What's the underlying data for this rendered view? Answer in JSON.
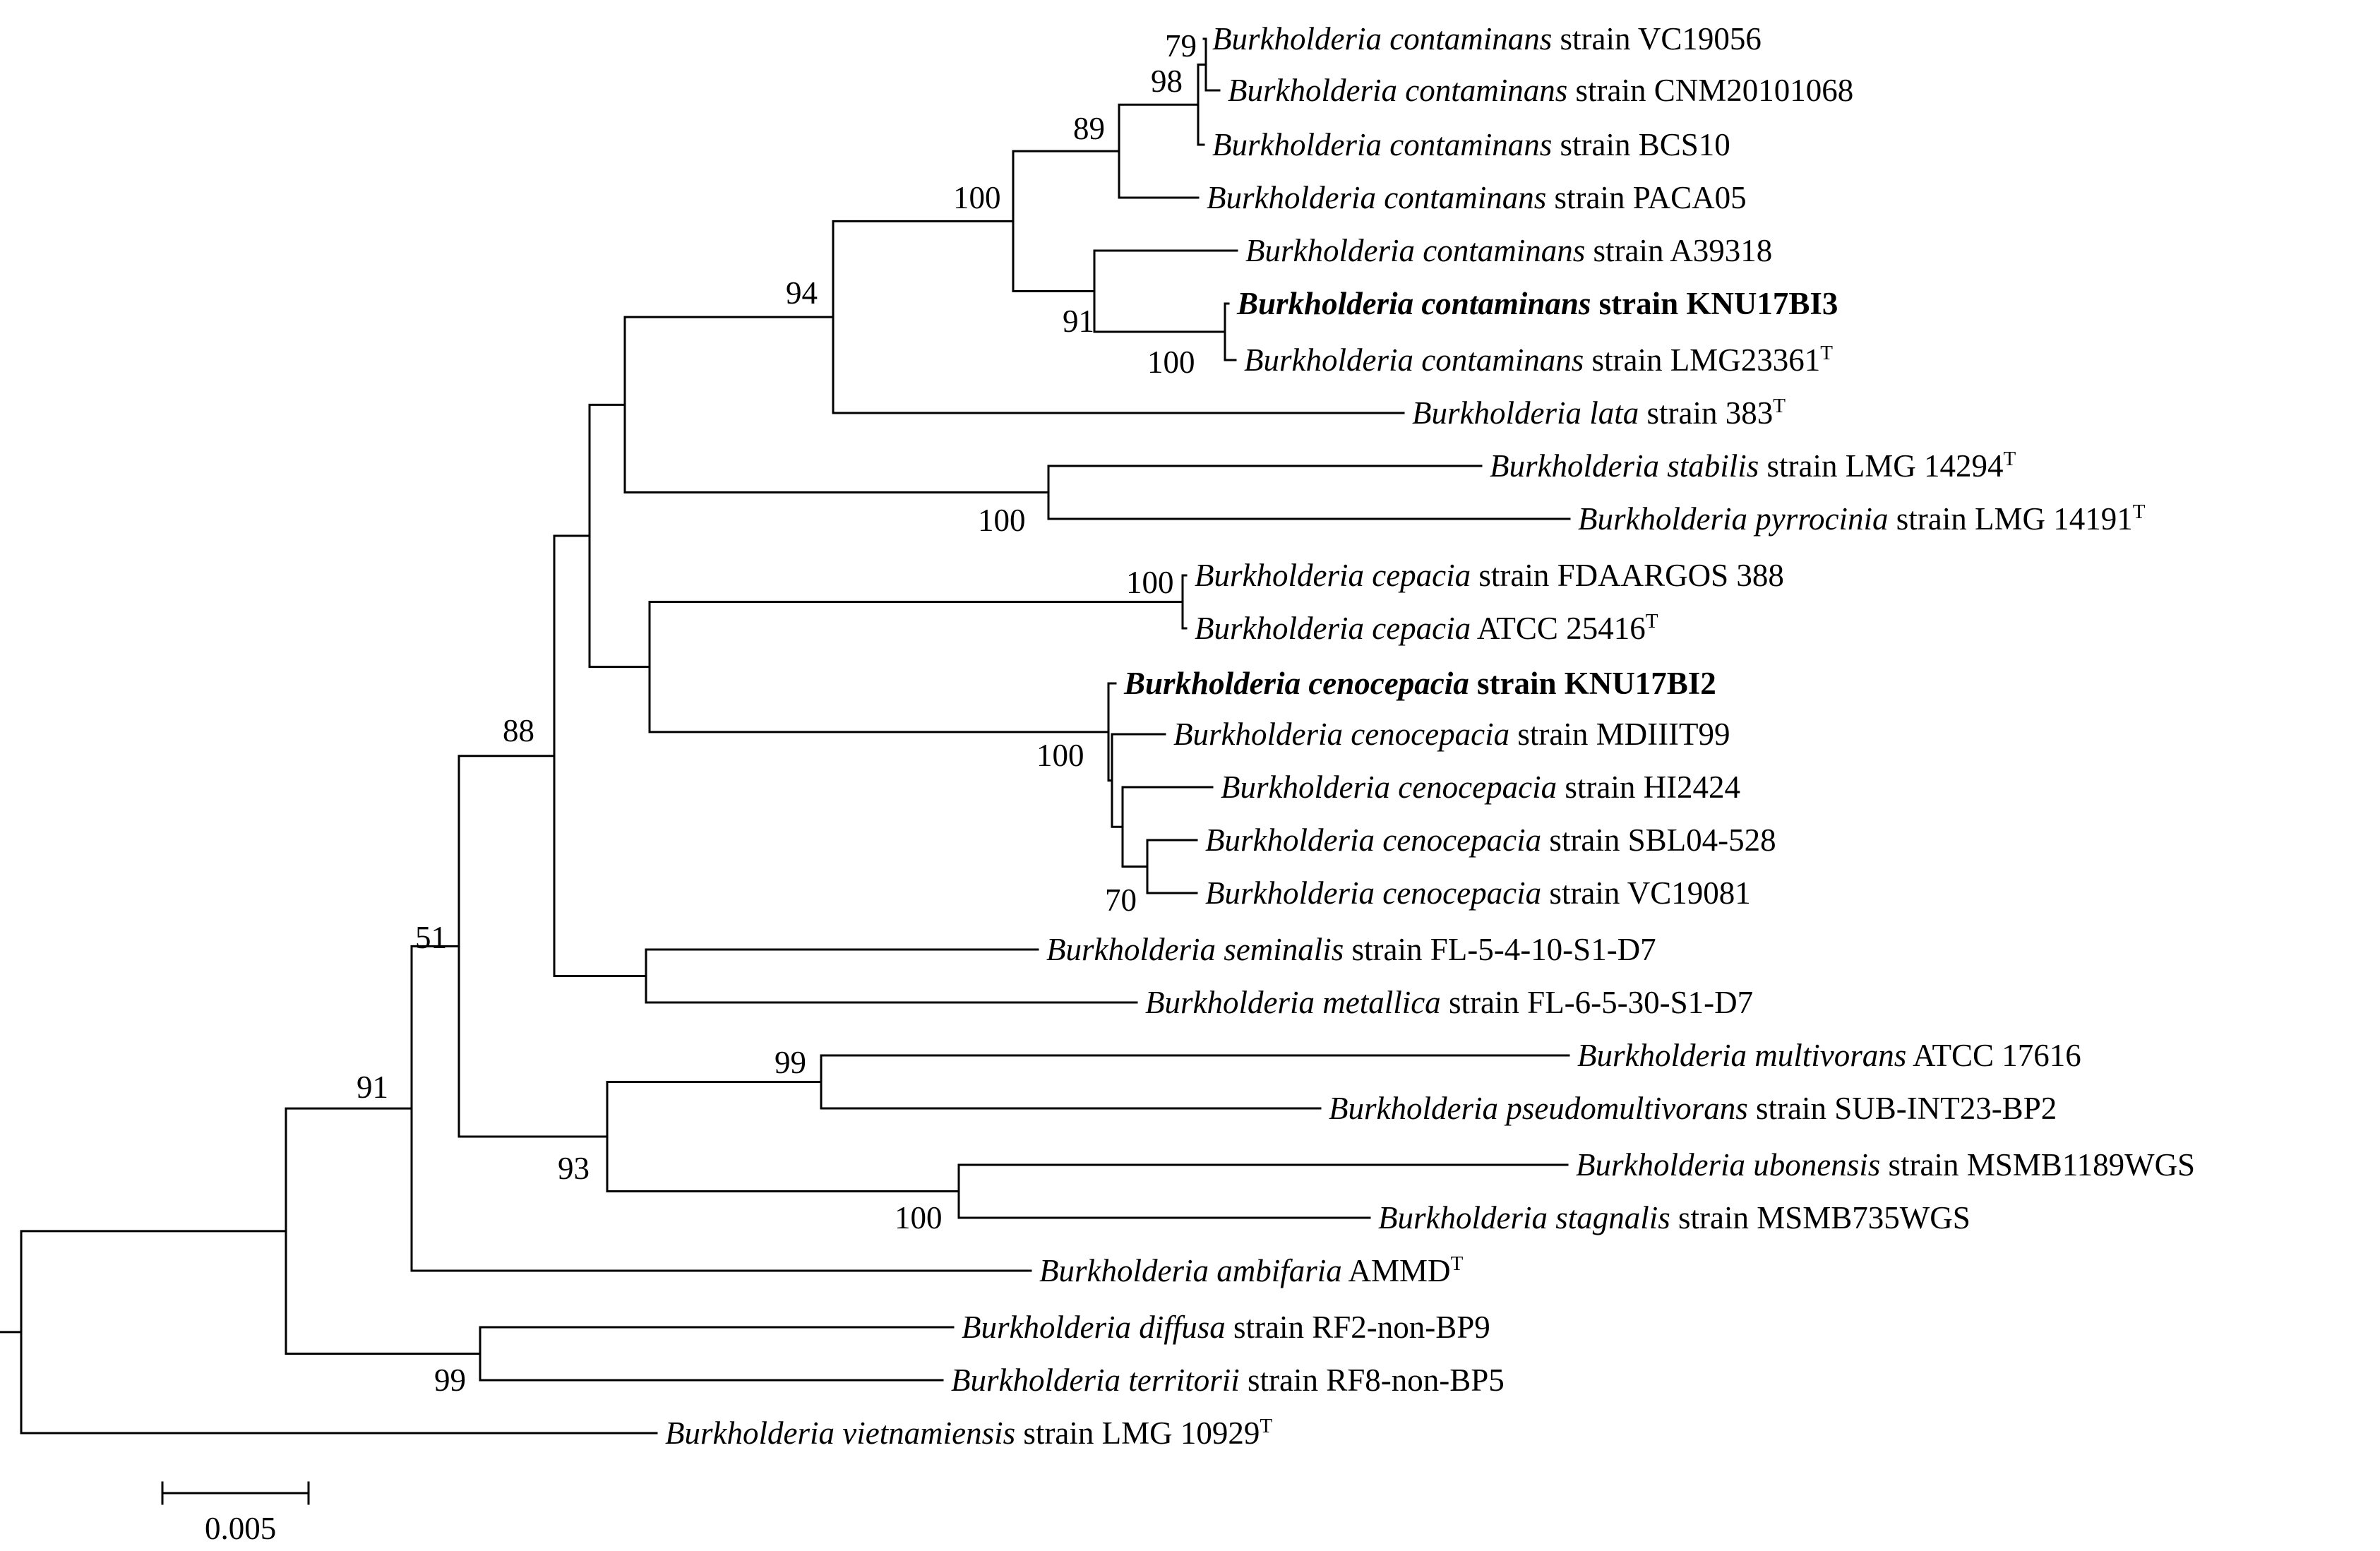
{
  "tree": {
    "leaves": [
      {
        "genus": "Burkholderia",
        "species": "contaminans",
        "strain_text": "strain VC19056",
        "superscript": "",
        "bold": false
      },
      {
        "genus": "Burkholderia",
        "species": "contaminans",
        "strain_text": "strain CNM20101068",
        "superscript": "",
        "bold": false
      },
      {
        "genus": "Burkholderia",
        "species": "contaminans",
        "strain_text": "strain BCS10",
        "superscript": "",
        "bold": false
      },
      {
        "genus": "Burkholderia",
        "species": "contaminans",
        "strain_text": "strain PACA05",
        "superscript": "",
        "bold": false
      },
      {
        "genus": "Burkholderia",
        "species": "contaminans",
        "strain_text": "strain A39318",
        "superscript": "",
        "bold": false
      },
      {
        "genus": "Burkholderia",
        "species": "contaminans",
        "strain_text": "strain KNU17BI3",
        "superscript": "",
        "bold": true
      },
      {
        "genus": "Burkholderia",
        "species": "contaminans",
        "strain_text": "strain LMG23361",
        "superscript": "T",
        "bold": false
      },
      {
        "genus": "Burkholderia",
        "species": "lata",
        "strain_text": "strain 383",
        "superscript": "T",
        "bold": false
      },
      {
        "genus": "Burkholderia",
        "species": "stabilis",
        "strain_text": "strain LMG 14294",
        "superscript": "T",
        "bold": false
      },
      {
        "genus": "Burkholderia",
        "species": "pyrrocinia",
        "strain_text": "strain LMG 14191",
        "superscript": "T",
        "bold": false
      },
      {
        "genus": "Burkholderia",
        "species": "cepacia",
        "strain_text": "strain FDAARGOS 388",
        "superscript": "",
        "bold": false
      },
      {
        "genus": "Burkholderia",
        "species": "cepacia",
        "strain_text": "ATCC 25416",
        "superscript": "T",
        "bold": false
      },
      {
        "genus": "Burkholderia",
        "species": "cenocepacia",
        "strain_text": "strain KNU17BI2",
        "superscript": "",
        "bold": true
      },
      {
        "genus": "Burkholderia",
        "species": "cenocepacia",
        "strain_text": "strain MDIIIT99",
        "superscript": "",
        "bold": false
      },
      {
        "genus": "Burkholderia",
        "species": "cenocepacia",
        "strain_text": "strain HI2424",
        "superscript": "",
        "bold": false
      },
      {
        "genus": "Burkholderia",
        "species": "cenocepacia",
        "strain_text": "strain SBL04-528",
        "superscript": "",
        "bold": false
      },
      {
        "genus": "Burkholderia",
        "species": "cenocepacia",
        "strain_text": "strain VC19081",
        "superscript": "",
        "bold": false
      },
      {
        "genus": "Burkholderia",
        "species": "seminalis",
        "strain_text": "strain FL-5-4-10-S1-D7",
        "superscript": "",
        "bold": false
      },
      {
        "genus": "Burkholderia",
        "species": "metallica",
        "strain_text": "strain FL-6-5-30-S1-D7",
        "superscript": "",
        "bold": false
      },
      {
        "genus": "Burkholderia",
        "species": "multivorans",
        "strain_text": "ATCC 17616",
        "superscript": "",
        "bold": false
      },
      {
        "genus": "Burkholderia",
        "species": "pseudomultivorans",
        "strain_text": "strain SUB-INT23-BP2",
        "superscript": "",
        "bold": false
      },
      {
        "genus": "Burkholderia",
        "species": "ubonensis",
        "strain_text": "strain MSMB1189WGS",
        "superscript": "",
        "bold": false
      },
      {
        "genus": "Burkholderia",
        "species": "stagnalis",
        "strain_text": "strain MSMB735WGS",
        "superscript": "",
        "bold": false
      },
      {
        "genus": "Burkholderia",
        "species": "ambifaria",
        "strain_text": "AMMD",
        "superscript": "T",
        "bold": false
      },
      {
        "genus": "Burkholderia",
        "species": "diffusa",
        "strain_text": "strain RF2-non-BP9",
        "superscript": "",
        "bold": false
      },
      {
        "genus": "Burkholderia",
        "species": "territorii",
        "strain_text": "strain RF8-non-BP5",
        "superscript": "",
        "bold": false
      },
      {
        "genus": "Burkholderia",
        "species": "vietnamiensis",
        "strain_text": "strain LMG 10929",
        "superscript": "T",
        "bold": false
      }
    ],
    "bootstrap_values": [
      "79",
      "98",
      "89",
      "100",
      "91",
      "100",
      "94",
      "100",
      "100",
      "100",
      "70",
      "88",
      "51",
      "99",
      "93",
      "100",
      "91",
      "99"
    ],
    "scale_bar_label": "0.005"
  }
}
